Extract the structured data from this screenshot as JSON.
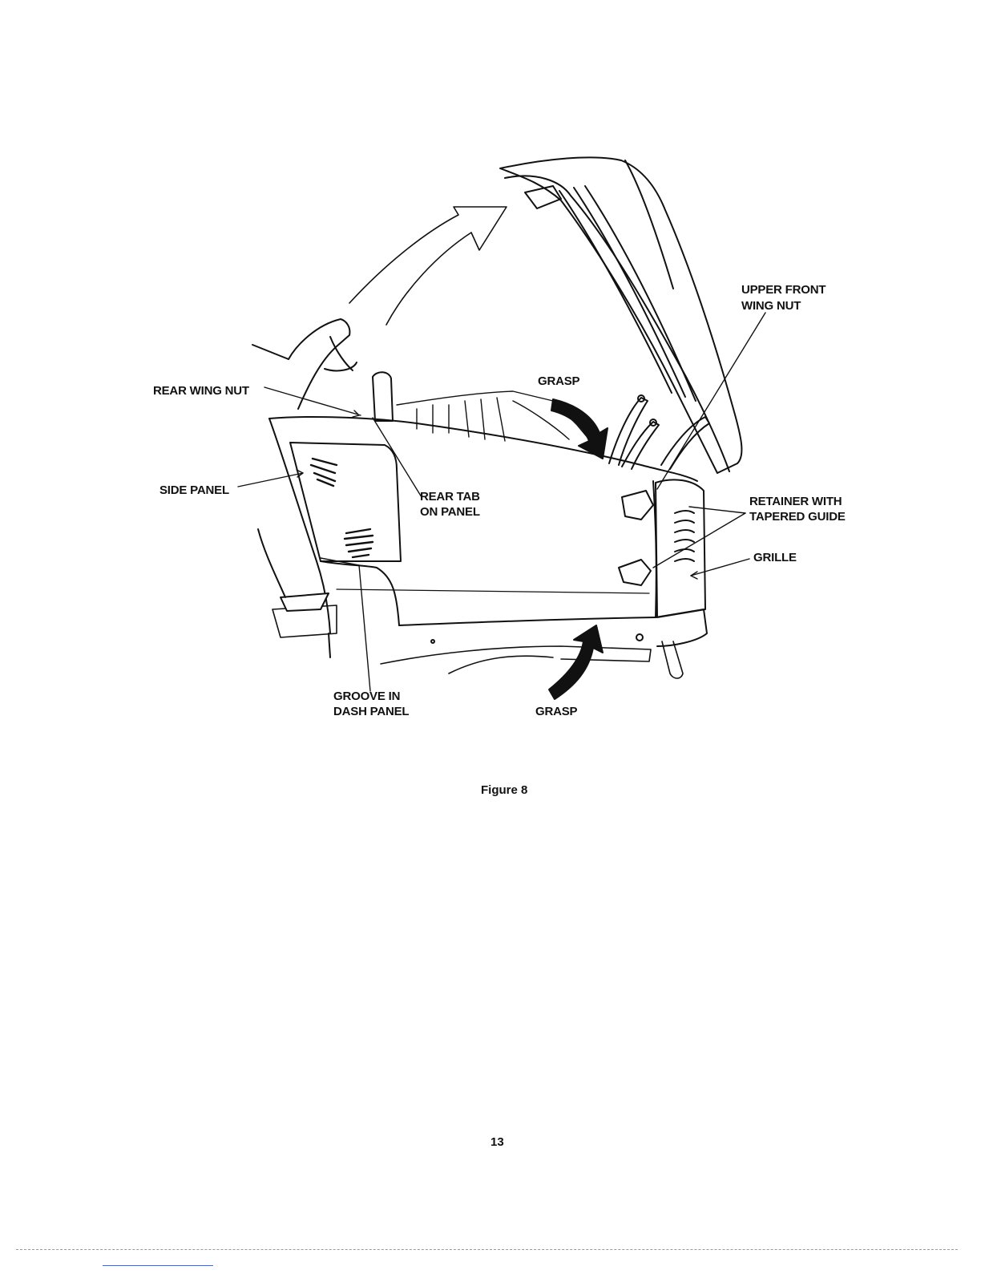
{
  "figure": {
    "labels": {
      "upper_front_wing_nut_line1": "UPPER FRONT",
      "upper_front_wing_nut_line2": "WING NUT",
      "rear_wing_nut": "REAR WING NUT",
      "grasp_top": "GRASP",
      "side_panel": "SIDE PANEL",
      "rear_tab_line1": "REAR TAB",
      "rear_tab_line2": "ON PANEL",
      "retainer_line1": "RETAINER WITH",
      "retainer_line2": "TAPERED GUIDE",
      "grille": "GRILLE",
      "groove_line1": "GROOVE IN",
      "groove_line2": "DASH PANEL",
      "grasp_bottom": "GRASP"
    },
    "caption": "Figure 8"
  },
  "page": {
    "number": "13"
  }
}
